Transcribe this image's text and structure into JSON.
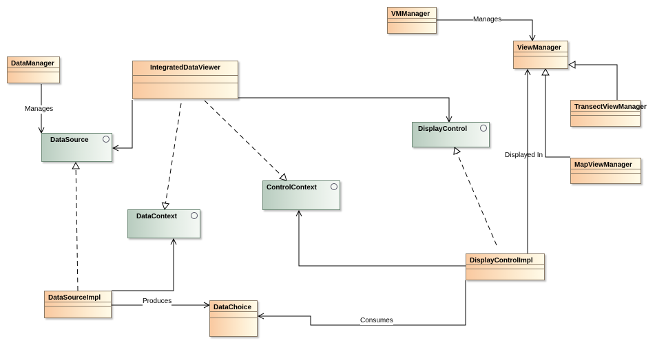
{
  "classes": {
    "vm_manager": "VMManager",
    "view_manager": "ViewManager",
    "transect_view_manager": "TransectViewManager",
    "map_view_manager": "MapViewManager",
    "data_manager": "DataManager",
    "integrated_data_viewer": "IntegratedDataViewer",
    "data_source": "DataSource",
    "display_control": "DisplayControl",
    "control_context": "ControlContext",
    "data_context": "DataContext",
    "display_control_impl": "DisplayControlImpl",
    "data_source_impl": "DataSourceImpl",
    "data_choice": "DataChoice"
  },
  "relations": {
    "vm_manages": "Manages",
    "dm_manages": "Manages",
    "displayed_in": "Displayed In",
    "produces": "Produces",
    "consumes": "Consumes"
  },
  "colors": {
    "class_fill": "#fde6c8",
    "interface_fill": "#dde8df",
    "line": "#000000"
  }
}
